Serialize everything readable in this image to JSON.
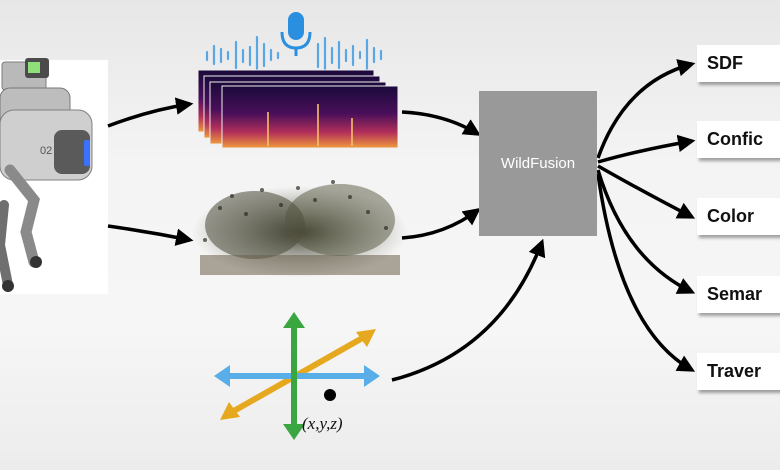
{
  "center": {
    "label": "WildFusion"
  },
  "outputs": [
    {
      "label": "SDF"
    },
    {
      "label": "Confic"
    },
    {
      "label": "Color"
    },
    {
      "label": "Semar"
    },
    {
      "label": "Traver"
    }
  ],
  "coordinates": {
    "label": "(x,y,z)"
  },
  "robot": {
    "badge": "02"
  },
  "icons": {
    "microphone": "microphone-icon",
    "waveform": "audio-waveform-icon",
    "spectrogram": "spectrogram-image",
    "pointcloud": "point-cloud-image",
    "axes": "3d-axes-icon",
    "robot": "quadruped-robot-image"
  },
  "colors": {
    "hub": "#999999",
    "mic": "#2b8fe0",
    "axis_x": "#5aaee8",
    "axis_y": "#3aa640",
    "axis_z": "#e5a81e"
  }
}
